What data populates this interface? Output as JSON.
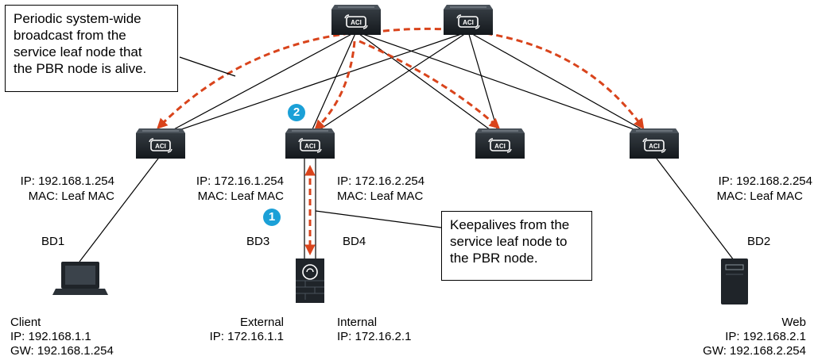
{
  "callout_top": {
    "lines": [
      "Periodic system-wide",
      "broadcast from the",
      "service leaf node that",
      "the PBR node is alive."
    ]
  },
  "callout_keepalive": {
    "lines": [
      "Keepalives from the",
      "service leaf node to",
      "the PBR node."
    ]
  },
  "badges": {
    "one": "1",
    "two": "2"
  },
  "spines": [
    {
      "id": "spine-1",
      "icon": "aci-switch-icon",
      "text": "ACI"
    },
    {
      "id": "spine-2",
      "icon": "aci-switch-icon",
      "text": "ACI"
    }
  ],
  "leaves": [
    {
      "id": "leaf-1",
      "icon": "aci-switch-icon",
      "text": "ACI"
    },
    {
      "id": "leaf-2",
      "icon": "aci-switch-icon",
      "text": "ACI"
    },
    {
      "id": "leaf-3",
      "icon": "aci-switch-icon",
      "text": "ACI"
    },
    {
      "id": "leaf-4",
      "icon": "aci-switch-icon",
      "text": "ACI"
    }
  ],
  "labels": {
    "leaf1_ip": "IP: 192.168.1.254",
    "leaf1_mac": "MAC: Leaf MAC",
    "leaf2_left_ip": "IP: 172.16.1.254",
    "leaf2_left_mac": "MAC: Leaf MAC",
    "leaf2_right_ip": "IP: 172.16.2.254",
    "leaf2_right_mac": "MAC: Leaf MAC",
    "leaf4_ip": "IP: 192.168.2.254",
    "leaf4_mac": "MAC: Leaf MAC",
    "bd1": "BD1",
    "bd2": "BD2",
    "bd3": "BD3",
    "bd4": "BD4",
    "client_name": "Client",
    "client_ip": "IP: 192.168.1.1",
    "client_gw": "GW: 192.168.1.254",
    "external_name": "External",
    "external_ip": "IP: 172.16.1.1",
    "internal_name": "Internal",
    "internal_ip": "IP: 172.16.2.1",
    "web_name": "Web",
    "web_ip": "IP: 192.168.2.1",
    "web_gw": "GW: 192.168.2.254"
  },
  "devices": {
    "client": "laptop-icon",
    "firewall": "firewall-icon",
    "web": "server-icon"
  },
  "colors": {
    "arrow": "#d9441c",
    "badge": "#1ba0d7",
    "device": "#1f2429",
    "line": "#000000"
  }
}
